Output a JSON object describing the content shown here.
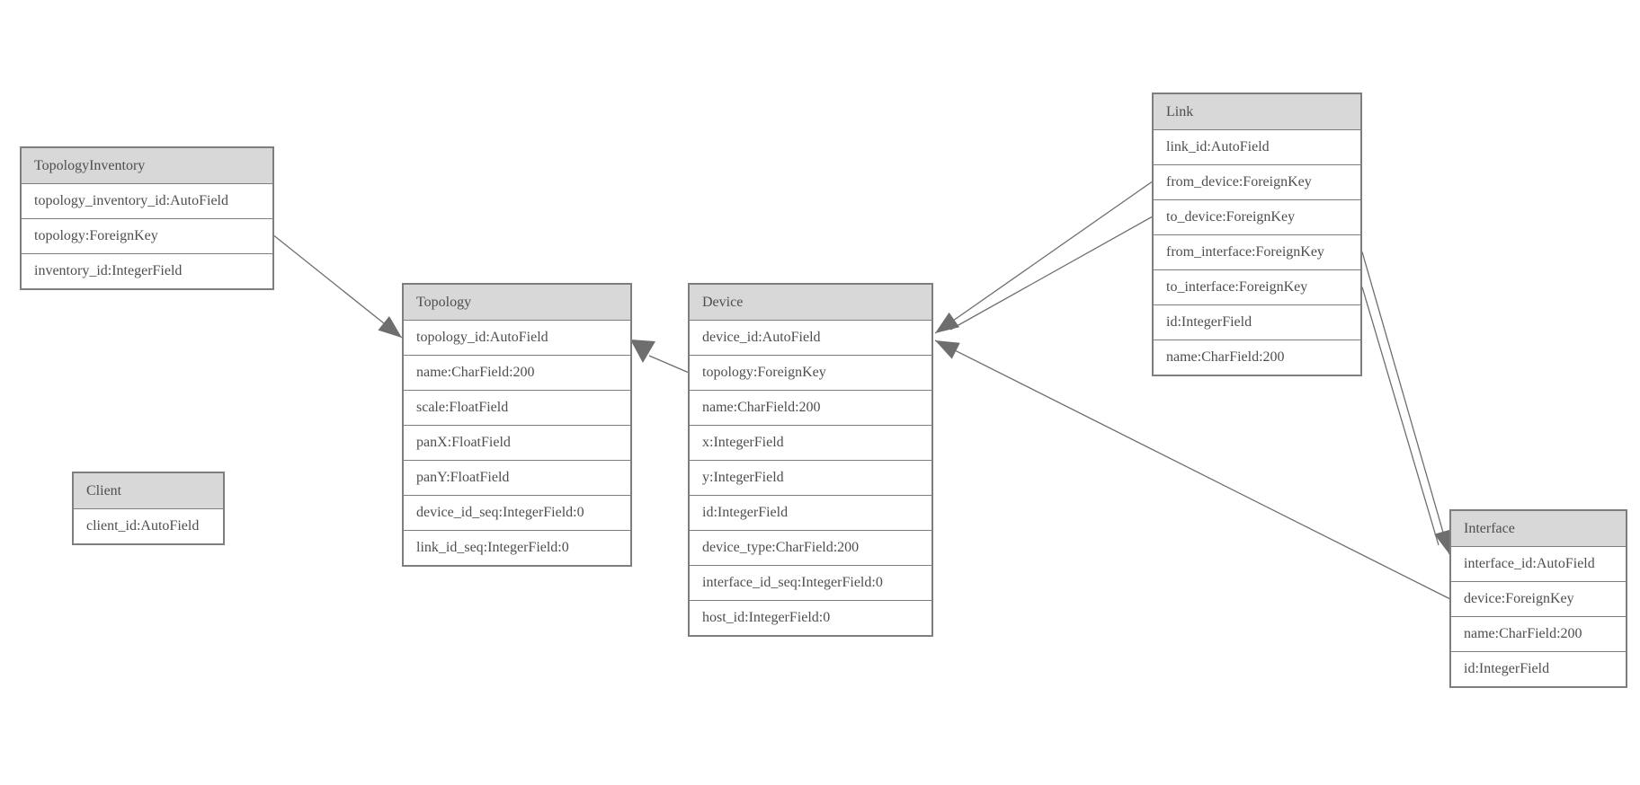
{
  "diagram": {
    "type": "database-schema",
    "colors": {
      "background": "#ffffff",
      "table_border": "#7e7e7e",
      "header_fill": "#d8d8d8",
      "row_fill": "#ffffff",
      "text": "#4e4e4e",
      "edge_line": "#6e6e6e",
      "arrowhead_fill": "#6e6e6e"
    },
    "entities": [
      {
        "name": "TopologyInventory",
        "fields": [
          "topology_inventory_id:AutoField",
          "topology:ForeignKey",
          "inventory_id:IntegerField"
        ]
      },
      {
        "name": "Topology",
        "fields": [
          "topology_id:AutoField",
          "name:CharField:200",
          "scale:FloatField",
          "panX:FloatField",
          "panY:FloatField",
          "device_id_seq:IntegerField:0",
          "link_id_seq:IntegerField:0"
        ]
      },
      {
        "name": "Client",
        "fields": [
          "client_id:AutoField"
        ]
      },
      {
        "name": "Device",
        "fields": [
          "device_id:AutoField",
          "topology:ForeignKey",
          "name:CharField:200",
          "x:IntegerField",
          "y:IntegerField",
          "id:IntegerField",
          "device_type:CharField:200",
          "interface_id_seq:IntegerField:0",
          "host_id:IntegerField:0"
        ]
      },
      {
        "name": "Link",
        "fields": [
          "link_id:AutoField",
          "from_device:ForeignKey",
          "to_device:ForeignKey",
          "from_interface:ForeignKey",
          "to_interface:ForeignKey",
          "id:IntegerField",
          "name:CharField:200"
        ]
      },
      {
        "name": "Interface",
        "fields": [
          "interface_id:AutoField",
          "device:ForeignKey",
          "name:CharField:200",
          "id:IntegerField"
        ]
      }
    ],
    "relations": [
      {
        "from": "TopologyInventory.topology",
        "to": "Topology.topology_id"
      },
      {
        "from": "Device.topology",
        "to": "Topology.topology_id"
      },
      {
        "from": "Link.from_device",
        "to": "Device.device_id"
      },
      {
        "from": "Link.to_device",
        "to": "Device.device_id"
      },
      {
        "from": "Link.from_interface",
        "to": "Interface.interface_id"
      },
      {
        "from": "Link.to_interface",
        "to": "Interface.interface_id"
      },
      {
        "from": "Interface.device",
        "to": "Device.device_id"
      }
    ]
  }
}
